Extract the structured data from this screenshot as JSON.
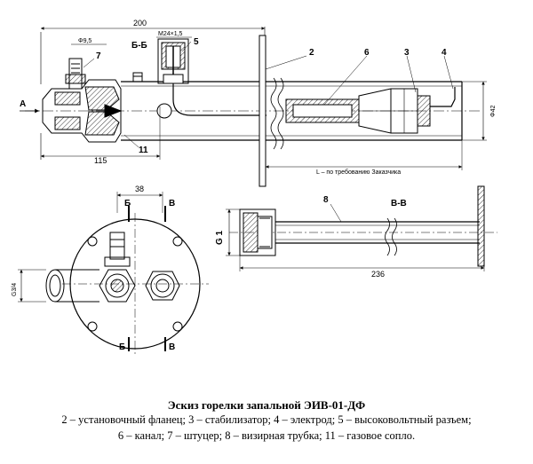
{
  "caption": {
    "title": "Эскиз горелки запальной ЭИВ-01-ДФ",
    "line1": "2 – установочный фланец; 3 – стабилизатор; 4 – электрод; 5 – высоковольтный разъем;",
    "line2": "6 – канал; 7 – штуцер; 8 – визирная трубка; 11 – газовое сопло."
  },
  "dimensions": {
    "overall_length": "200",
    "nozzle_dia": "Φ9,5",
    "thread": "M24×1,5",
    "body_dia": "Φ42",
    "length_115": "115",
    "length_note": "L – по требованию Заказчика",
    "flange_offset": "38",
    "tube_length": "236",
    "pipe_thread": "G 1",
    "side_thread": "G3/4"
  },
  "section_labels": {
    "a": "A",
    "bb": "Б-Б",
    "b": "Б",
    "v": "В",
    "vv": "В-В"
  },
  "part_numbers": {
    "p2": "2",
    "p3": "3",
    "p4": "4",
    "p5": "5",
    "p6": "6",
    "p7": "7",
    "p8": "8",
    "p11": "11"
  }
}
